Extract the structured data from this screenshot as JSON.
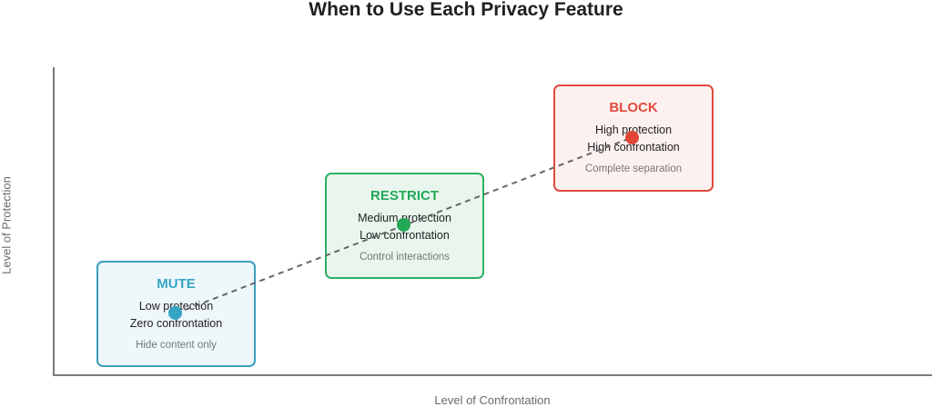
{
  "title": "When to Use Each Privacy Feature",
  "axes": {
    "x_label": "Level of Confrontation",
    "y_label": "Level of Protection"
  },
  "features": [
    {
      "name": "MUTE",
      "protection": "Low protection",
      "confrontation": "Zero confrontation",
      "note": "Hide content only",
      "color": "#35a5c5"
    },
    {
      "name": "RESTRICT",
      "protection": "Medium protection",
      "confrontation": "Low confrontation",
      "note": "Control interactions",
      "color": "#24a858"
    },
    {
      "name": "BLOCK",
      "protection": "High protection",
      "confrontation": "High confrontation",
      "note": "Complete separation",
      "color": "#de4b3d"
    }
  ],
  "trend_line": {
    "style": "dashed",
    "color": "#666666"
  }
}
